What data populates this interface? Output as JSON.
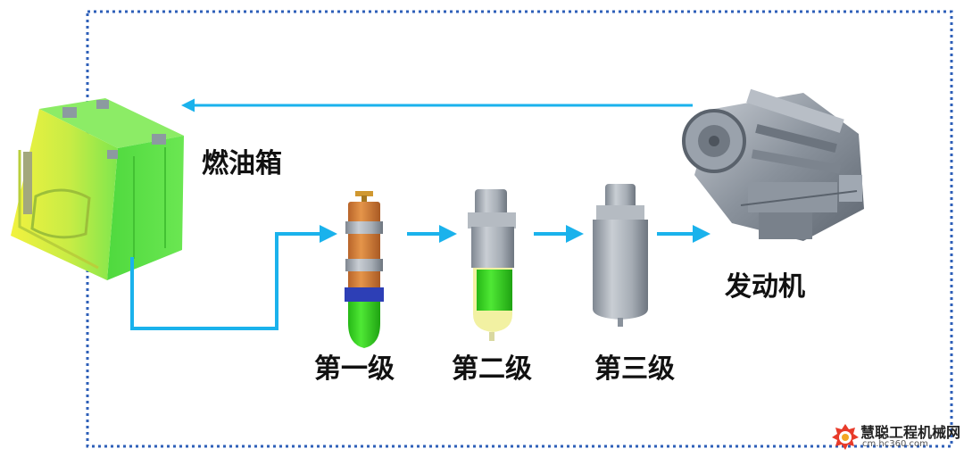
{
  "labels": {
    "fuel_tank": "燃油箱",
    "stage1": "第一级",
    "stage2": "第二级",
    "stage3": "第三级",
    "engine": "发动机"
  },
  "watermark": {
    "name": "慧聪工程机械网",
    "url": "cm.hc360.com"
  },
  "colors": {
    "flow_arrow": "#1ab2ec",
    "border_dots": "#2e5fb8",
    "tank_green": "#5ee34a",
    "tank_yellow": "#e6ef3e",
    "filter_gray": "#a7adb5",
    "stage1_orange": "#d8843a",
    "stage1_blue": "#2d3fb6",
    "fuel_green": "#36d11f",
    "fuel_yellow": "#f2f1a2",
    "watermark_red": "#e83b2a"
  },
  "icons": {
    "fuel_tank": "fuel-tank-icon",
    "stage1": "primary-filter-icon",
    "stage2": "secondary-filter-icon",
    "stage3": "tertiary-filter-icon",
    "engine": "engine-icon"
  }
}
